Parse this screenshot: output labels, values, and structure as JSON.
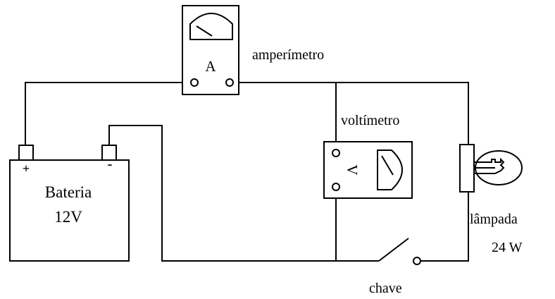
{
  "labels": {
    "ammeter": "amperímetro",
    "ammeter_symbol": "A",
    "voltmeter": "voltímetro",
    "voltmeter_symbol": "V",
    "battery_name": "Bateria",
    "battery_voltage": "12V",
    "battery_plus": "+",
    "battery_minus": "-",
    "lamp_name": "lâmpada",
    "lamp_power": "24 W",
    "switch": "chave"
  }
}
